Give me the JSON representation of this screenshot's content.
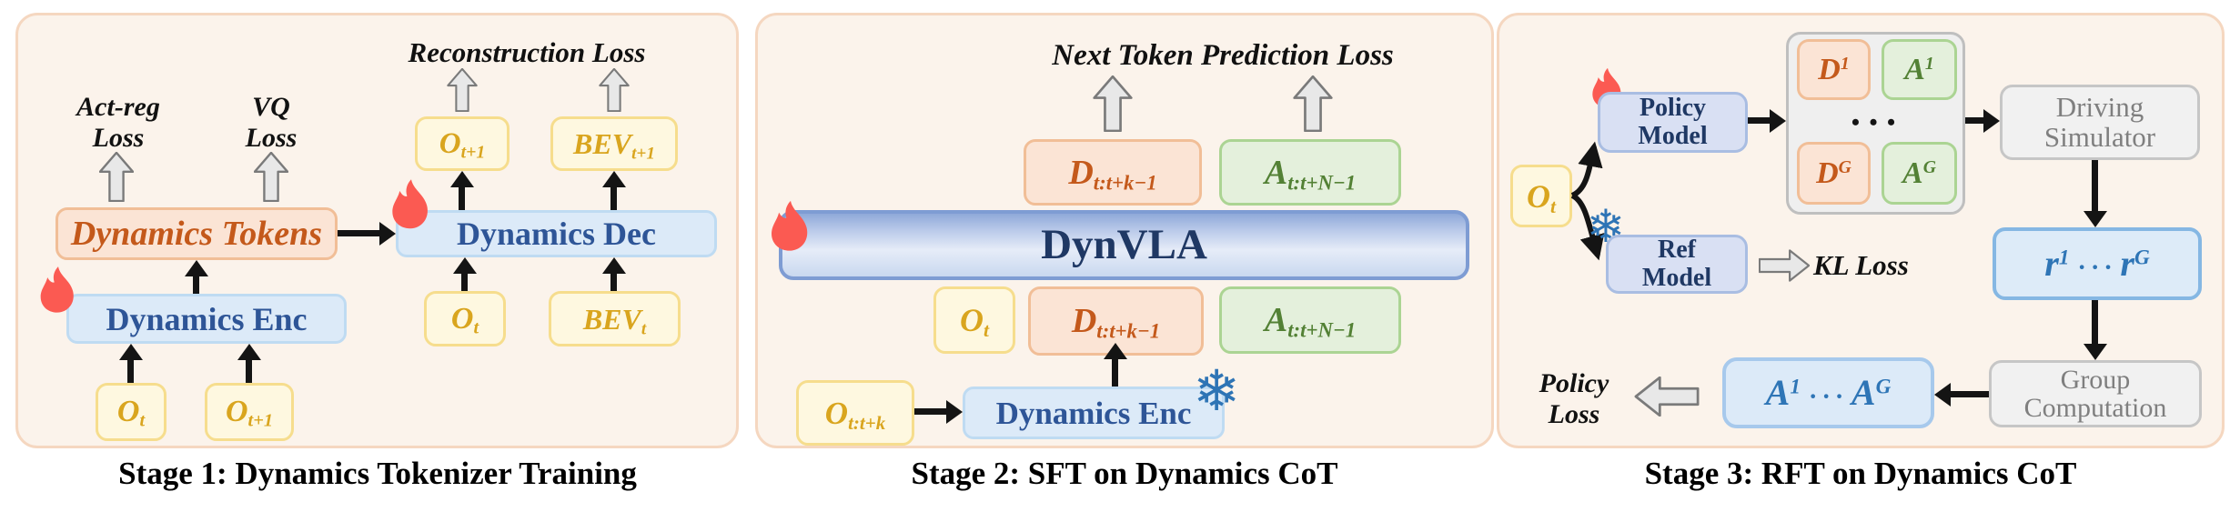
{
  "figure": {
    "panel1_caption": "Stage 1: Dynamics Tokenizer Training",
    "panel2_caption": "Stage 2: SFT on Dynamics CoT",
    "panel3_caption": "Stage 3: RFT on Dynamics CoT"
  },
  "panel1": {
    "act_reg_loss_line1": "Act-reg",
    "act_reg_loss_line2": "Loss",
    "vq_loss_line1": "VQ",
    "vq_loss_line2": "Loss",
    "reconstruction_loss": "Reconstruction Loss",
    "dynamics_tokens": "Dynamics Tokens",
    "dynamics_enc": "Dynamics Enc",
    "dynamics_dec": "Dynamics Dec"
  },
  "panel2": {
    "next_token_prediction_loss": "Next Token Prediction Loss",
    "dynvla": "DynVLA",
    "dynamics_enc": "Dynamics Enc"
  },
  "panel3": {
    "policy_model_line1": "Policy",
    "policy_model_line2": "Model",
    "ref_model_line1": "Ref",
    "ref_model_line2": "Model",
    "kl_loss": "KL Loss",
    "policy_loss_line1": "Policy",
    "policy_loss_line2": "Loss",
    "driving_simulator_line1": "Driving",
    "driving_simulator_line2": "Simulator",
    "group_computation_line1": "Group",
    "group_computation_line2": "Computation",
    "container_dots": "• • •"
  },
  "symbols": {
    "O": "O",
    "BEV": "BEV",
    "D": "D",
    "A": "A",
    "r": "r",
    "sub_t": "t",
    "sub_t_plus_1": "t+1",
    "sub_t_range_k": "t:t+k",
    "sub_dyn_tokens": "t:t+k−1",
    "sub_actions": "t:t+N−1",
    "sup_1": "1",
    "sup_G": "G",
    "cdots": "· · ·"
  },
  "icons": {
    "snowflake_glyph": "❄"
  },
  "colors": {
    "panel_bg": "#FBF3EB",
    "panel_border": "#F5D7C0",
    "gold_text": "#D9A51E",
    "orange_text": "#C4591B",
    "blue_text": "#2E5597",
    "navy_text": "#1F3864",
    "green_text": "#538135",
    "gray_text": "#7F7F7F",
    "reward_blue": "#2E75B6",
    "flame_red": "#FB5A52",
    "snow_blue": "#2E74B5"
  }
}
